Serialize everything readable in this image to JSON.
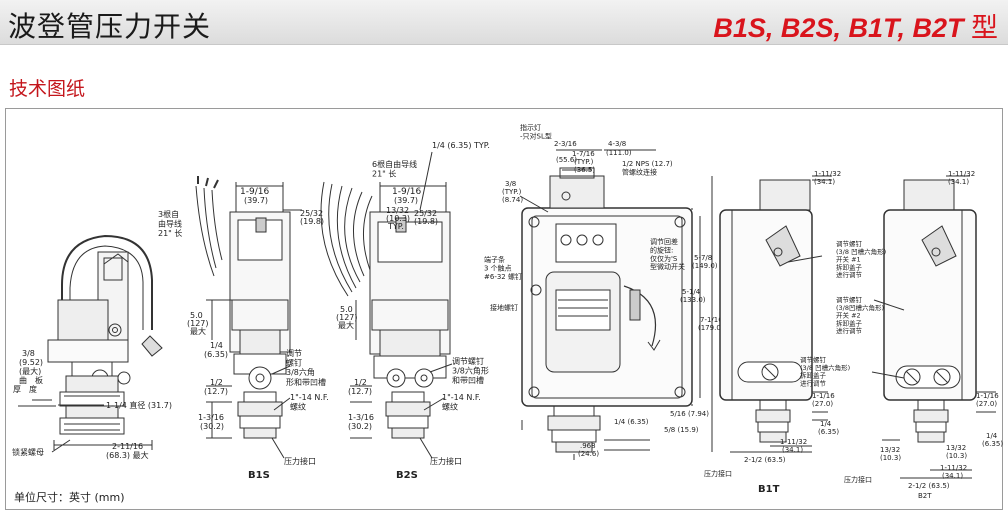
{
  "header": {
    "title": "波登管压力开关",
    "model": "B1S, B2S, B1T, B2T",
    "model_suffix": "型"
  },
  "section_title": "技术图纸",
  "unit_note": "单位尺寸：英寸 (mm)",
  "drawing_labels": {
    "b1s_wires": "3根自\n由导线\n21\" 长",
    "b1s_w1": "1-9/16",
    "b1s_w1mm": "(39.7)",
    "b1s_w2": "25/32",
    "b1s_w2mm": "(19.8)",
    "b1s_h": "5.0",
    "b1s_hmm": "(127)",
    "b1s_hmax": "最大",
    "b1s_a": "1/4",
    "b1s_amm": "(6.35)",
    "b1s_b": "1/2",
    "b1s_bmm": "(12.7)",
    "b1s_c": "1-3/16",
    "b1s_cmm": "(30.2)",
    "b1s_adj": "调节\n螺钉\n3/8六角\n形和带凹槽",
    "b1s_thread": "1\"-14 N.F.\n螺纹",
    "b1s_port": "压力接口",
    "b1s_name": "B1S",
    "side_bend1": "3/8",
    "side_bend2": "(9.52)",
    "side_bend3": "(最大)",
    "side_bend4": "曲　板",
    "side_bend5": "厚　度",
    "side_dia": "1-1/4 直径 (31.7)",
    "side_w": "2-11/16",
    "side_wmm": "(68.3) 最大",
    "side_nut": "锁紧螺母",
    "b2s_typ": "1/4 (6.35) TYP.",
    "b2s_wires": "6根自由导线\n21\" 长",
    "b2s_w1": "1-9/16",
    "b2s_w1mm": "(39.7)",
    "b2s_w2": "13/32",
    "b2s_w2mm": "(10.3)",
    "b2s_w2t": "TYP.",
    "b2s_w3": "25/32",
    "b2s_w3mm": "(19.8)",
    "b2s_h": "5.0",
    "b2s_hmm": "(127)",
    "b2s_hmax": "最大",
    "b2s_b": "1/2",
    "b2s_bmm": "(12.7)",
    "b2s_c": "1-3/16",
    "b2s_cmm": "(30.2)",
    "b2s_adj": "调节螺钉\n3/8六角形\n和带凹槽",
    "b2s_thread": "1\"-14 N.F.\n螺纹",
    "b2s_port": "压力接口",
    "b2s_name": "B2S",
    "enc_indicator": "指示灯\n-只对SL型",
    "enc_d1": "2-3/16",
    "enc_d1mm": "(55.6)",
    "enc_d2": "1-7/16",
    "enc_d2t": "(TYP.)",
    "enc_d2mm": "(36.5)",
    "enc_d3": "4-3/8",
    "enc_d3mm": "(111.0)",
    "enc_npt": "1/2 NPS (12.7)\n管螺纹连接",
    "enc_d4": "3/8",
    "enc_d4t": "(TYP.)",
    "enc_d4mm": "(8.74)",
    "enc_term": "端子条\n3 个触点\n#6-32 螺钉",
    "enc_ground": "接地螺钉",
    "enc_adjnote": "调节回差\n的旋钮:\n仅仅为'S\n型微动开关",
    "enc_h1": "5-7/8",
    "enc_h1mm": "(149.0)",
    "enc_h2": "5-1/4",
    "enc_h2mm": "(133.0)",
    "enc_h3": "7-1/16",
    "enc_h3mm": "(179.0)",
    "enc_b1": "1/4 (6.35)",
    "enc_b2": "5/16 (7.94)",
    "enc_b3": "5/8 (15.9)",
    "enc_b4": ".968",
    "enc_b4mm": "(24.6)",
    "b1t_top": "1-11/32",
    "b1t_topmm": "(34.1)",
    "b1t_adj": "调节螺钉\n(3/8 凹槽六角形)\n拆卸盖子\n进行调节",
    "b1t_r1": "1-1/16",
    "b1t_r1mm": "(27.0)",
    "b1t_r2": "1/4",
    "b1t_r2mm": "(6.35)",
    "b1t_b1": "1-11/32",
    "b1t_b1mm": "(34.1)",
    "b1t_b2": "2-1/2 (63.5)",
    "b1t_port": "压力接口",
    "b1t_name": "B1T",
    "b2t_top": "1-11/32",
    "b2t_topmm": "(34.1)",
    "b2t_adj1": "调节螺钉\n(3/8 凹槽六角形)\n开关 #1\n拆卸盖子\n进行调节",
    "b2t_adj2": "调节螺钉\n(3/8凹槽六角形)\n开关 #2\n拆卸盖子\n进行调节",
    "b2t_r1": "1-1/16",
    "b2t_r1mm": "(27.0)",
    "b2t_r2": "1/4",
    "b2t_r2mm": "(6.35)",
    "b2t_l1": "13/32",
    "b2t_l1mm": "(10.3)",
    "b2t_l2": "13/32",
    "b2t_l2mm": "(10.3)",
    "b2t_b1": "1-11/32",
    "b2t_b1mm": "(34.1)",
    "b2t_b2": "2-1/2 (63.5)",
    "b2t_port": "压力接口",
    "b2t_name": "B2T"
  }
}
